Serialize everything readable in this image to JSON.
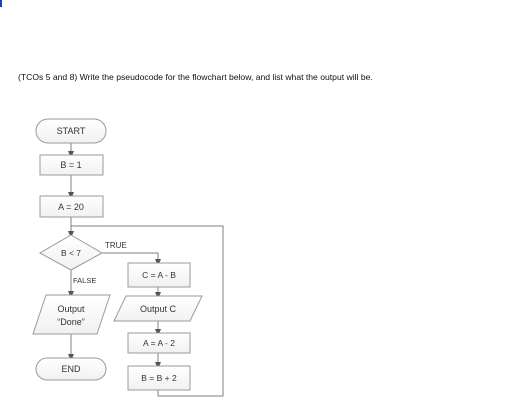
{
  "question": {
    "text": "(TCOs 5 and 8) Write the pseudocode for the flowchart below, and list what the output will be."
  },
  "flowchart": {
    "start": "START",
    "b_init": "B = 1",
    "a_init": "A = 20",
    "decision": "B < 7",
    "true_label": "TRUE",
    "false_label": "FALSE",
    "assign_c": "C = A - B",
    "output_c": "Output C",
    "output_done_line1": "Output",
    "output_done_line2": "“Done”",
    "a_update": "A = A - 2",
    "b_update": "B = B + 2",
    "end": "END"
  },
  "colors": {
    "shape_fill": "#ffffff",
    "shape_stroke": "#9a9a9a",
    "line": "#7f7f7f",
    "arrow": "#555555",
    "text": "#333333"
  }
}
